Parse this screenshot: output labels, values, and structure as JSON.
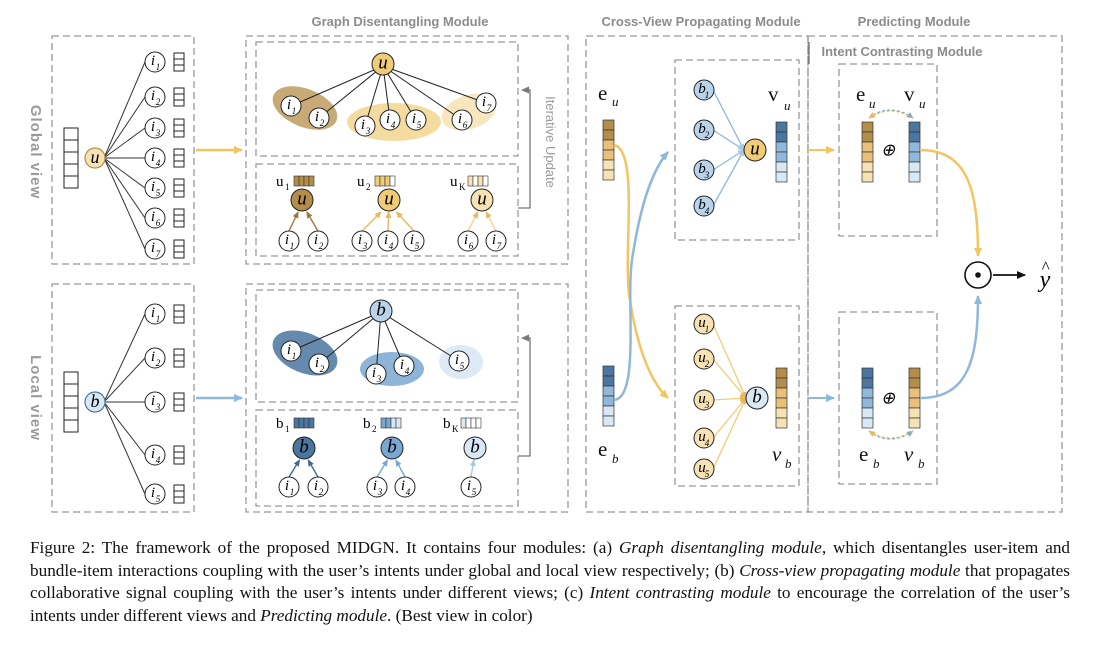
{
  "modules": {
    "graph_disentangling": "Graph Disentangling Module",
    "cross_view": "Cross-View Propagating Module",
    "predicting": "Predicting Module",
    "intent_contrasting": "Intent Contrasting Module"
  },
  "views": {
    "global": "Global view",
    "local": "Local view"
  },
  "iterative_update": "Iterative Update",
  "nodes": {
    "user": "u",
    "bundle": "b",
    "item": "i",
    "global_items": [
      "1",
      "2",
      "3",
      "4",
      "5",
      "6",
      "7"
    ],
    "local_items": [
      "1",
      "2",
      "3",
      "4",
      "5"
    ],
    "cross_bundles": [
      "1",
      "2",
      "3",
      "4"
    ],
    "cross_users": [
      "1",
      "2",
      "3",
      "4",
      "5"
    ]
  },
  "intent_labels": {
    "user": [
      "u",
      "1",
      "2",
      "K"
    ],
    "bundle": [
      "b",
      "1",
      "2",
      "K"
    ]
  },
  "embeddings": {
    "e": "e",
    "v": "v",
    "u": "u",
    "b": "b"
  },
  "ops": {
    "plus": "⊕",
    "dot": "⊙",
    "arrow": "→",
    "y": "y",
    "hat": "^"
  },
  "colors": {
    "user_light": "#f7e2b4",
    "user_mid": "#f0cc78",
    "user_dark": "#b58d4a",
    "bundle_light": "#d9e8f5",
    "bundle_mid": "#8fb8db",
    "bundle_dark": "#4a76a0",
    "arrow_gold": "#f2c560",
    "arrow_blue": "#8fb8db"
  },
  "caption": {
    "p1": "Figure 2: The framework of the proposed MIDGN. It contains four modules: (a) ",
    "e1": "Graph disentangling module",
    "p2": ", which disentangles user-item and bundle-item interactions coupling with the user’s intents under global and local view respectively; (b) ",
    "e2": "Cross-view propagating module",
    "p3": " that propagates collaborative signal coupling with the user’s intents under different views; (c) ",
    "e3": "Intent contrasting module",
    "p4": " to encourage the correlation of the user’s intents under different views and ",
    "e4": "Predicting module",
    "p5": ". (Best view in color)"
  }
}
